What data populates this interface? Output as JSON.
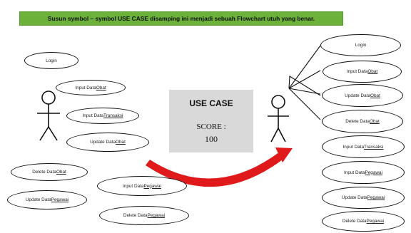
{
  "banner": {
    "text": "Susun symbol – symbol USE CASE disamping ini menjadi sebuah Flowchart utuh yang benar."
  },
  "score_card": {
    "title": "USE CASE",
    "score_label": "SCORE :",
    "score_value": "100"
  },
  "left_use_cases": [
    {
      "name": "usecase-login",
      "prefix": "Login",
      "underlined": ""
    },
    {
      "name": "usecase-input-data-obat",
      "prefix": "Input Data ",
      "underlined": "Obat"
    },
    {
      "name": "usecase-input-data-transaksi",
      "prefix": "Input Data ",
      "underlined": "Transaksi"
    },
    {
      "name": "usecase-update-data-obat",
      "prefix": "Update Data ",
      "underlined": "Obat"
    },
    {
      "name": "usecase-delete-data-obat",
      "prefix": "Delete Data ",
      "underlined": "Obat"
    },
    {
      "name": "usecase-update-data-pegawai",
      "prefix": "Update Data ",
      "underlined": "Pegawai"
    },
    {
      "name": "usecase-input-data-pegawai",
      "prefix": "Input Data ",
      "underlined": "Pegawai"
    },
    {
      "name": "usecase-delete-data-pegawai",
      "prefix": "Delete Data ",
      "underlined": "Pegawai"
    }
  ],
  "right_use_cases": [
    {
      "name": "target-login",
      "prefix": "Login",
      "underlined": ""
    },
    {
      "name": "target-input-data-obat",
      "prefix": "Input Data ",
      "underlined": "Obat"
    },
    {
      "name": "target-update-data-obat",
      "prefix": "Update Data ",
      "underlined": "Obat"
    },
    {
      "name": "target-delete-data-obat",
      "prefix": "Delete Data ",
      "underlined": "Obat"
    },
    {
      "name": "target-input-data-transaksi",
      "prefix": "Input Data ",
      "underlined": "Transaksi"
    },
    {
      "name": "target-input-data-pegawai",
      "prefix": "Input Data ",
      "underlined": "Pegawai"
    },
    {
      "name": "target-update-data-pegawai",
      "prefix": "Update Data ",
      "underlined": "Pegawai"
    },
    {
      "name": "target-delete-data-pegawai",
      "prefix": "Delete Data ",
      "underlined": "Pegawai"
    }
  ],
  "colors": {
    "banner": "#6bb13a",
    "arrow": "#e01a1a",
    "card": "#d9d9d9"
  }
}
